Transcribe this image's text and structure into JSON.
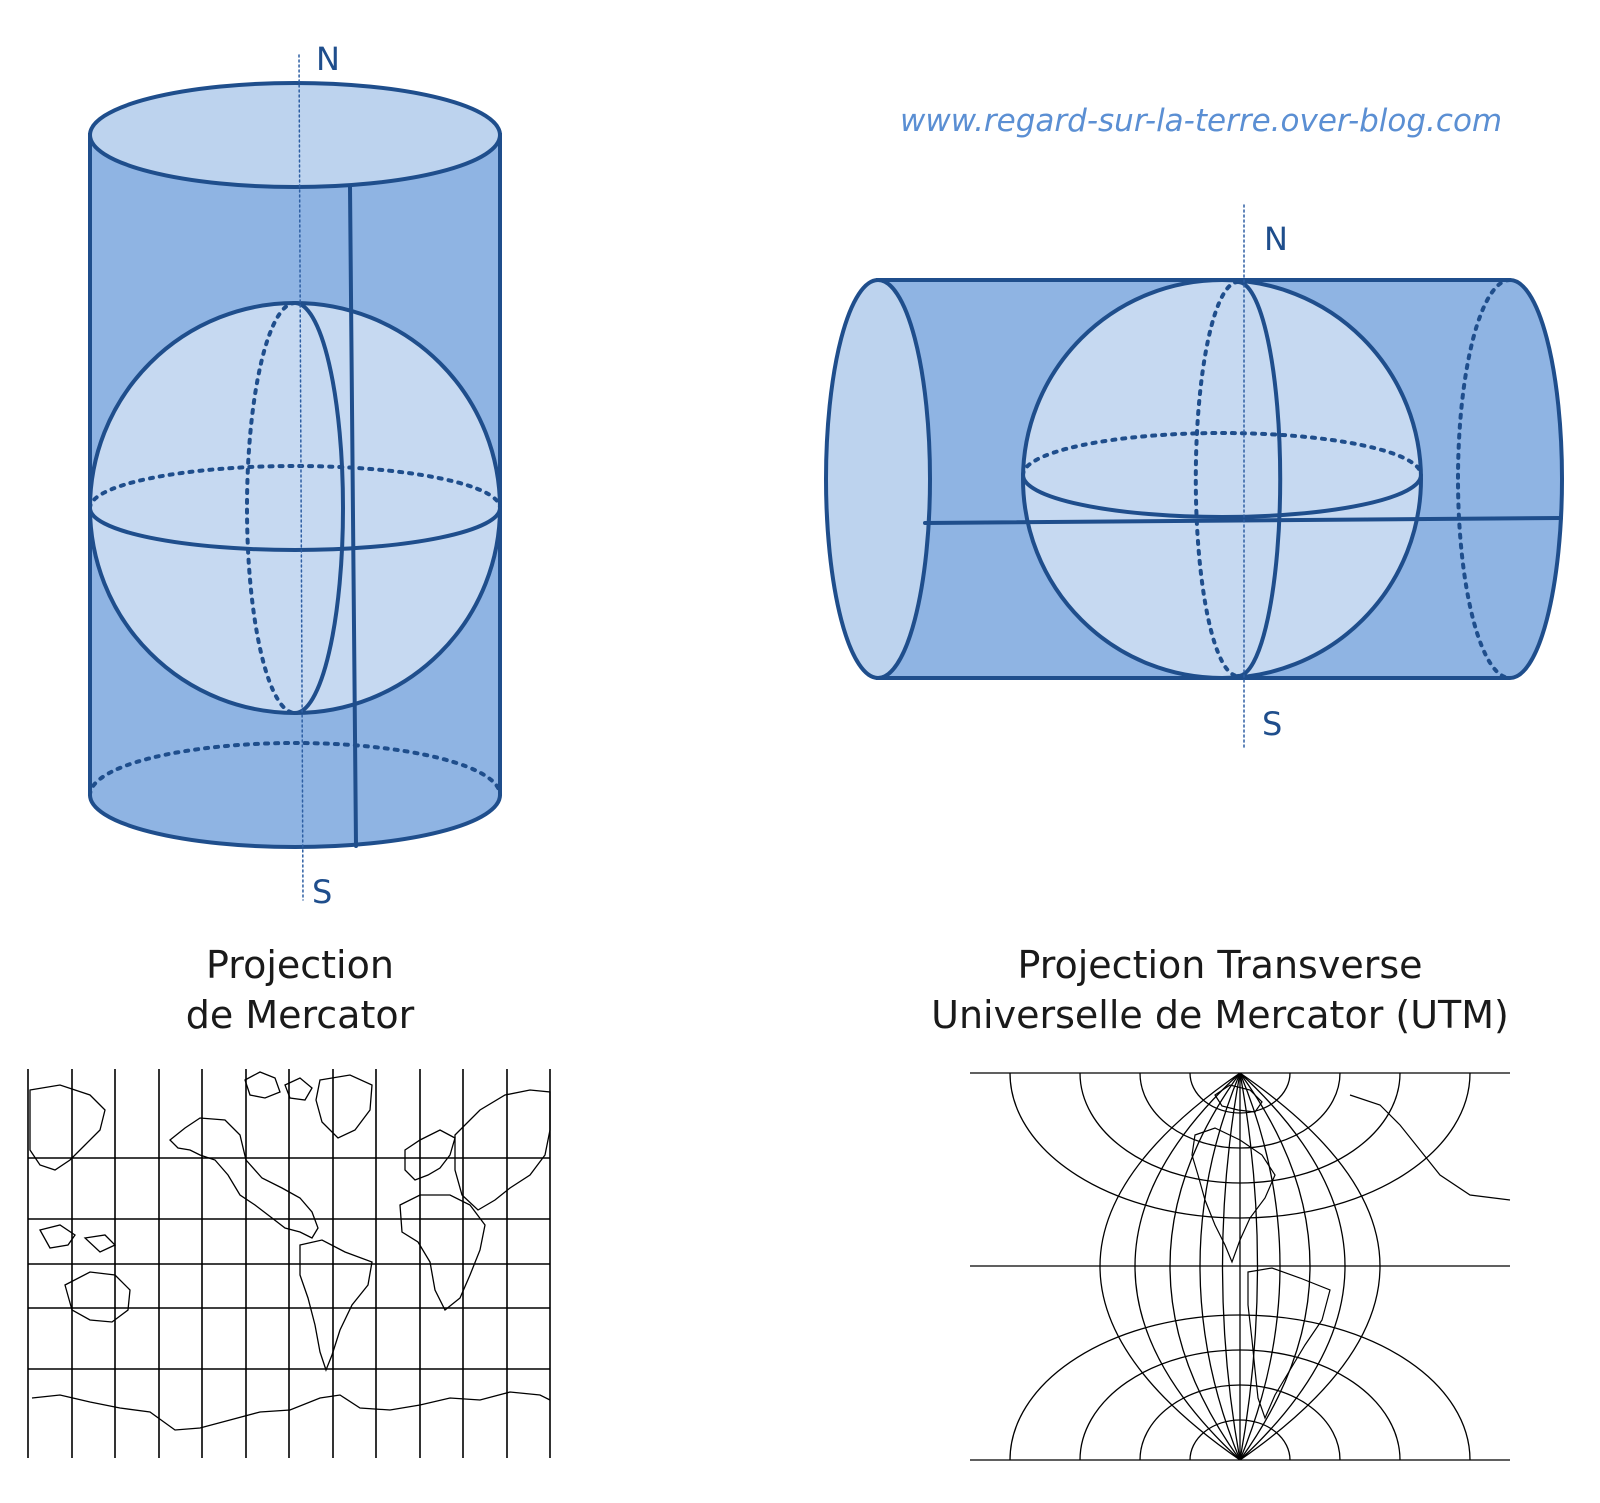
{
  "watermark": "www.regard-sur-la-terre.over-blog.com",
  "left_diagram": {
    "north_label": "N",
    "south_label": "S",
    "caption_line1": "Projection",
    "caption_line2": "de Mercator"
  },
  "right_diagram": {
    "north_label": "N",
    "south_label": "S",
    "caption_line1": "Projection Transverse",
    "caption_line2": "Universelle de Mercator (UTM)"
  },
  "colors": {
    "cylinder_fill": "#8fb4e3",
    "cap_fill": "#bdd3ee",
    "globe_fill": "#c6d9f1",
    "outline": "#1f4e8c",
    "map_line": "#000000"
  }
}
